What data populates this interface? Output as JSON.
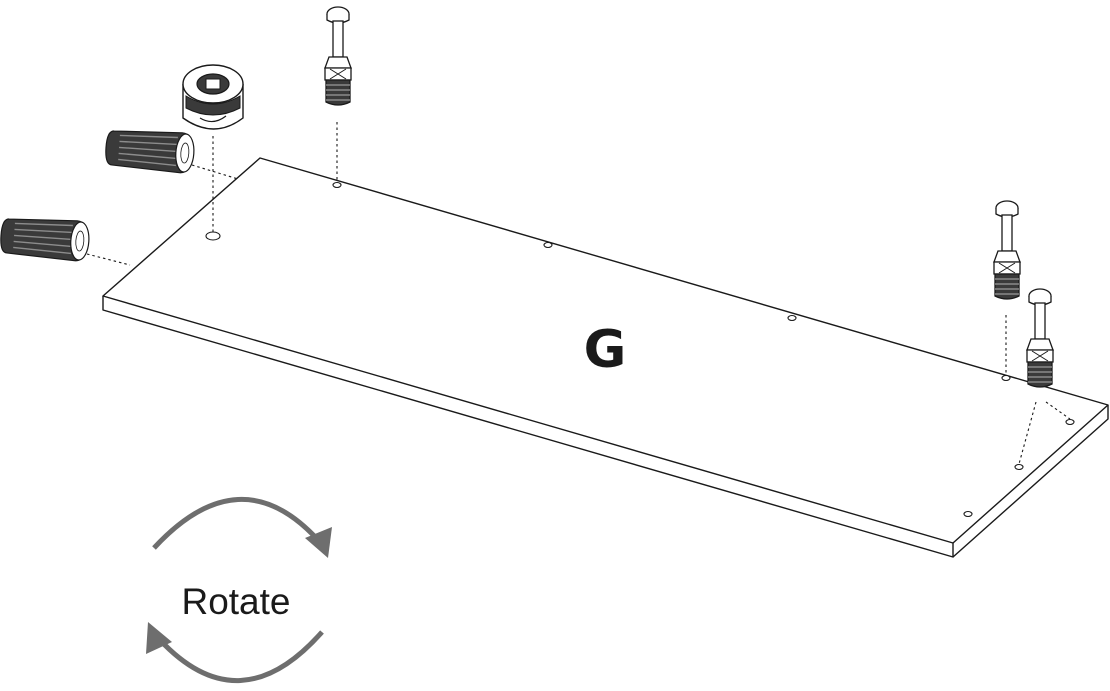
{
  "diagram": {
    "panel_label": "G",
    "rotate_label": "Rotate",
    "parts": [
      {
        "name": "cam-lock-bolt",
        "count": 3
      },
      {
        "name": "cam-lock-housing",
        "count": 1
      },
      {
        "name": "wooden-dowel",
        "count": 2
      }
    ],
    "colors": {
      "line": "#1a1a1a",
      "arrow": "#6e6e6e",
      "background": "#ffffff"
    },
    "icons": [
      "rotate-cw-icon",
      "rotate-ccw-icon"
    ]
  }
}
